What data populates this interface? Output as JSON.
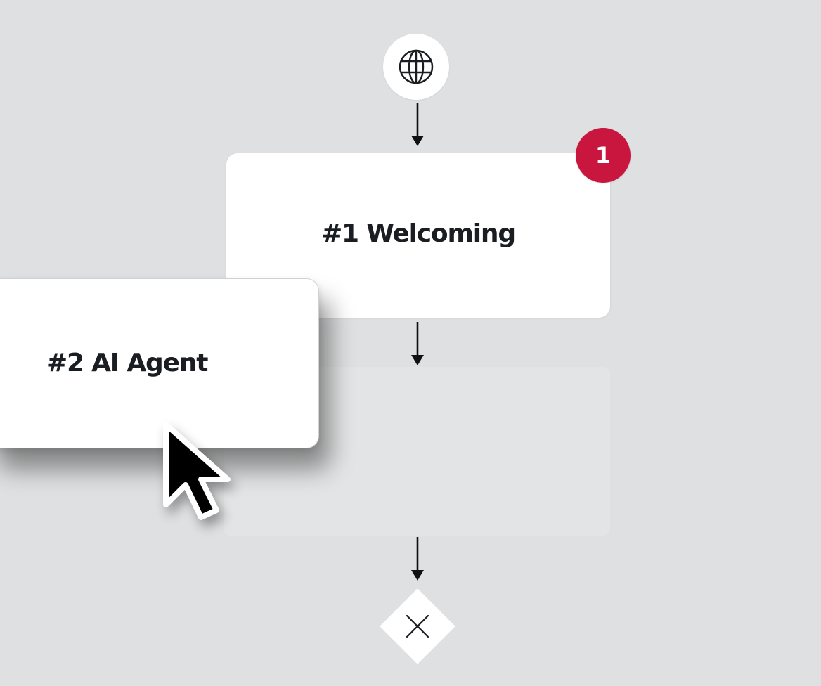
{
  "flow": {
    "start_node": {
      "icon": "globe-icon"
    },
    "steps": [
      {
        "label": "#1 Welcoming",
        "badge": "1"
      },
      {
        "label": "#2 AI Agent"
      }
    ],
    "end_node": {
      "icon": "close-icon"
    }
  },
  "colors": {
    "canvas_background": "#dfe0e1",
    "card_background": "#ffffff",
    "badge_background": "#c8163f",
    "text": "#1a1d22"
  },
  "cursor": {
    "icon": "mouse-pointer-icon"
  }
}
